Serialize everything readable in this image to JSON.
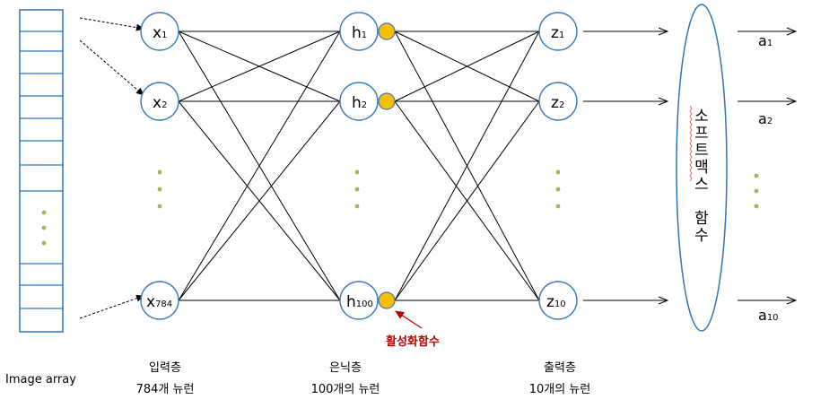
{
  "colors": {
    "node_border": "#3d7dc0",
    "activation_fill": "#f6c000",
    "activation_border": "#4472c4",
    "annotation": "#c00000",
    "line": "#000000"
  },
  "image_array": {
    "label": "Image array"
  },
  "input_layer": {
    "nodes": [
      {
        "base": "x",
        "sub": "1"
      },
      {
        "base": "x",
        "sub": "2"
      },
      {
        "base": "x",
        "sub": "784"
      }
    ],
    "caption_line1": "입력층",
    "caption_line2": "784개 뉴런"
  },
  "hidden_layer": {
    "nodes": [
      {
        "base": "h",
        "sub": "1"
      },
      {
        "base": "h",
        "sub": "2"
      },
      {
        "base": "h",
        "sub": "100"
      }
    ],
    "caption_line1": "은닉층",
    "caption_line2": "100개의 뉴런"
  },
  "output_layer": {
    "nodes": [
      {
        "base": "z",
        "sub": "1"
      },
      {
        "base": "z",
        "sub": "2"
      },
      {
        "base": "z",
        "sub": "10"
      }
    ],
    "caption_line1": "출력층",
    "caption_line2": "10개의 뉴런"
  },
  "activation_label": "활성화함수",
  "softmax_label_chars": [
    "소",
    "프",
    "트",
    "맥",
    "스",
    "",
    "함",
    "수"
  ],
  "outputs": [
    {
      "base": "a",
      "sub": "1"
    },
    {
      "base": "a",
      "sub": "2"
    },
    {
      "base": "a",
      "sub": "10"
    }
  ]
}
